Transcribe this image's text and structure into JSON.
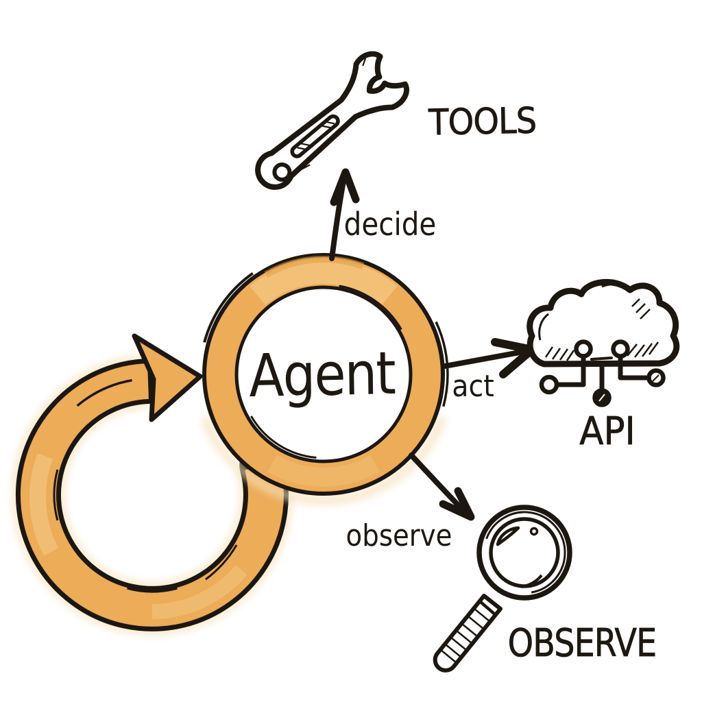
{
  "diagram": {
    "agent_label": "Agent",
    "loop": {
      "name": "agent-feedback-loop"
    },
    "edges": {
      "decide": {
        "label": "decide"
      },
      "act": {
        "label": "act"
      },
      "observe": {
        "label": "observe"
      }
    },
    "nodes": {
      "tools": {
        "label": "TOOLS",
        "icon": "wrench-icon"
      },
      "api": {
        "label": "API",
        "icon": "cloud-circuit-icon"
      },
      "observe": {
        "label": "OBSERVE",
        "icon": "magnifying-glass-icon"
      }
    },
    "colors": {
      "accent": "#ECAC58",
      "accent_light": "#F3C37D",
      "accent_pale": "#F7E0BA",
      "ink": "#1C1710",
      "background": "#FFFFFF"
    }
  }
}
